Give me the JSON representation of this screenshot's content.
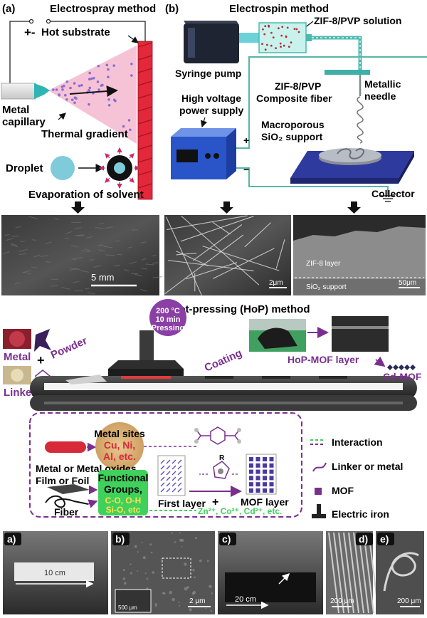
{
  "panel_a": {
    "label": "(a)",
    "title": "Electrospray method",
    "substrate": "Hot substrate",
    "capillary_line1": "Metal",
    "capillary_line2": "capillary",
    "gradient": "Thermal gradient",
    "droplet": "Droplet",
    "evaporation": "Evaporation of solvent",
    "scale": "5 mm"
  },
  "panel_b": {
    "label": "(b)",
    "title": "Electrospin method",
    "solution": "ZIF-8/PVP solution",
    "pump": "Syringe pump",
    "needle_line1": "Metallic",
    "needle_line2": "needle",
    "fiber_line1": "ZIF-8/PVP",
    "fiber_line2": "Composite fiber",
    "hv_line1": "High voltage",
    "hv_line2": "power supply",
    "support_line1": "Macroporous",
    "support_line2": "SiO₂ support",
    "plus": "+",
    "minus": "−",
    "collector": "Collector",
    "scale1": "2μm",
    "scale2": "50μm",
    "layer": "ZIF-8 layer",
    "support_sem": "SiO₂ support"
  },
  "panel_c": {
    "title": "(c) Hot-pressing (HoP) method",
    "metal": "Metal",
    "linker": "Linker",
    "powder": "Powder",
    "temp": "200 °C",
    "time": "10 min",
    "pressing": "Pressing",
    "coating": "Coating",
    "hop_layer": "HoP-MOF layer",
    "cd_mof": "Cd-MOF",
    "metal_sites": "Metal sites",
    "metal_list1": "Cu, Ni,",
    "metal_list2": "Al, etc.",
    "metal_oxides1": "Metal or Metal oxides,",
    "metal_oxides2": "Film or Foil",
    "functional1": "Functional",
    "functional2": "Groups,",
    "fg1": "C-O, O-H",
    "fg2": "Si-O, etc",
    "fiber": "Fiber",
    "first_layer": "First layer",
    "mof_layer": "MOF layer",
    "ions": "Zn²⁺, Co²⁺, Cd²⁺, etc.",
    "legend_interaction": "Interaction",
    "legend_linker": "Linker or metal",
    "legend_mof": "MOF",
    "legend_iron": "Electric iron"
  },
  "bottom": {
    "a_label": "a)",
    "a_scale": "10 cm",
    "b_label": "b)",
    "b_scale1": "500 μm",
    "b_scale2": "2 μm",
    "c_label": "c)",
    "c_scale": "20 cm",
    "d_label": "d)",
    "d_scale": "200 μm",
    "e_label": "e)",
    "e_scale": "200 μm"
  },
  "colors": {
    "purple": "#7a2f8f",
    "green": "#3fd15c",
    "red_rod": "#e2283a",
    "cyan": "#2fb4b4",
    "cone": "#f5b8cf",
    "blue_box": "#2a55c8",
    "collector": "#2e3a9e"
  }
}
